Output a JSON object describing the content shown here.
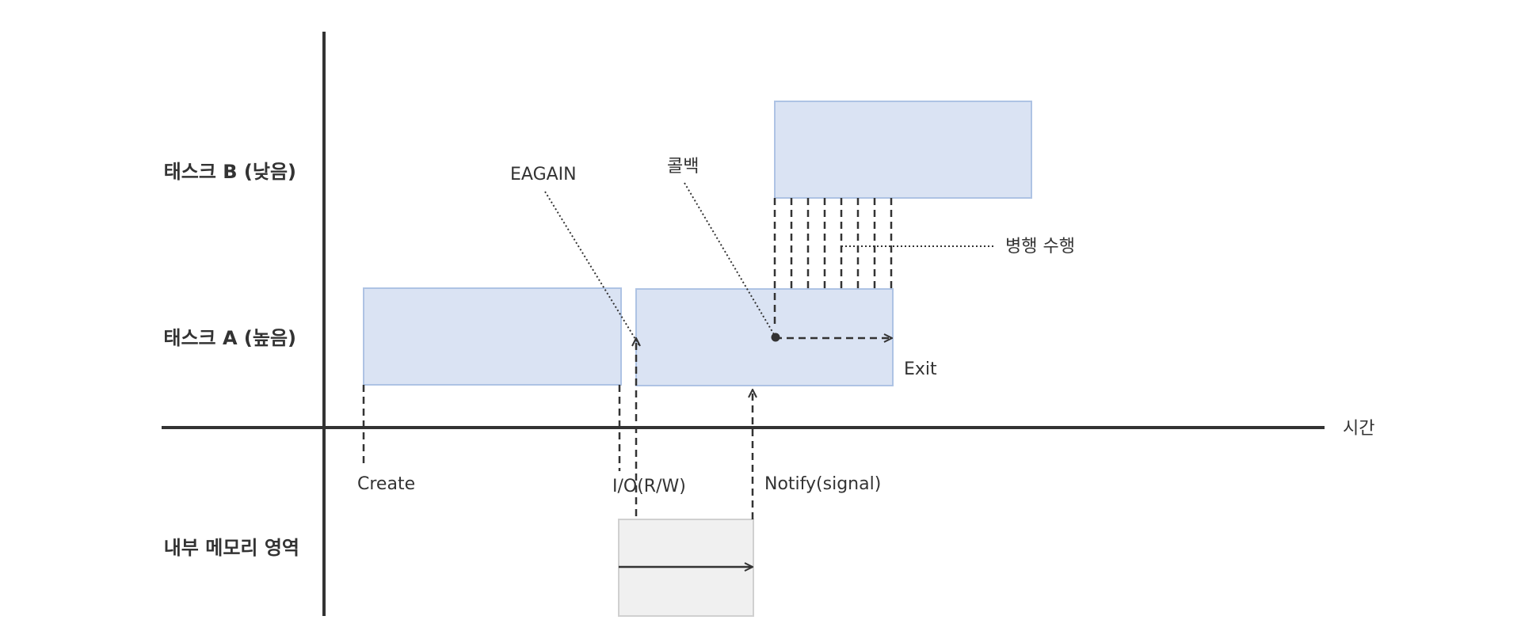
{
  "rows": {
    "task_b": "태스크 B (낮음)",
    "task_a": "태스크 A (높음)",
    "memory": "내부 메모리 영역"
  },
  "axis": {
    "time": "시간"
  },
  "annotations": {
    "create": "Create",
    "io": "I/O(R/W)",
    "notify": "Notify(signal)",
    "eagain": "EAGAIN",
    "callback": "콜백",
    "parallel": "병행 수행",
    "exit": "Exit"
  },
  "colors": {
    "task_fill": "#dae3f3",
    "task_stroke": "#aec3e4",
    "memory_fill": "#f0f0f0",
    "memory_stroke": "#d0d0d0",
    "line": "#333333"
  }
}
